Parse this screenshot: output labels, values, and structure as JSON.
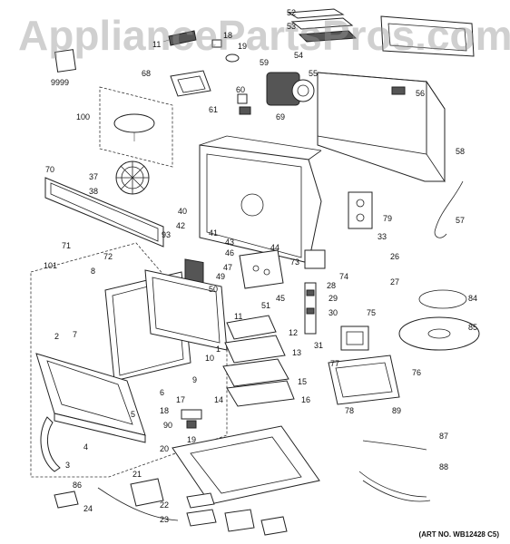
{
  "watermark": "AppliancePartsPros.com",
  "art_number": "(ART NO. WB12428 C5)",
  "callouts": [
    {
      "id": "52",
      "label": "52"
    },
    {
      "id": "53",
      "label": "53"
    },
    {
      "id": "54",
      "label": "54"
    },
    {
      "id": "11",
      "label": "11"
    },
    {
      "id": "18",
      "label": "18"
    },
    {
      "id": "19",
      "label": "19"
    },
    {
      "id": "9999",
      "label": "9999"
    },
    {
      "id": "68",
      "label": "68"
    },
    {
      "id": "59",
      "label": "59"
    },
    {
      "id": "60",
      "label": "60"
    },
    {
      "id": "61",
      "label": "61"
    },
    {
      "id": "55",
      "label": "55"
    },
    {
      "id": "56",
      "label": "56"
    },
    {
      "id": "100",
      "label": "100"
    },
    {
      "id": "69",
      "label": "69"
    },
    {
      "id": "58",
      "label": "58"
    },
    {
      "id": "70",
      "label": "70"
    },
    {
      "id": "37",
      "label": "37"
    },
    {
      "id": "38",
      "label": "38"
    },
    {
      "id": "40",
      "label": "40"
    },
    {
      "id": "42",
      "label": "42"
    },
    {
      "id": "41",
      "label": "41"
    },
    {
      "id": "79",
      "label": "79"
    },
    {
      "id": "57",
      "label": "57"
    },
    {
      "id": "93",
      "label": "93"
    },
    {
      "id": "43",
      "label": "43"
    },
    {
      "id": "44",
      "label": "44"
    },
    {
      "id": "33",
      "label": "33"
    },
    {
      "id": "71",
      "label": "71"
    },
    {
      "id": "101",
      "label": "101"
    },
    {
      "id": "72",
      "label": "72"
    },
    {
      "id": "46",
      "label": "46"
    },
    {
      "id": "47",
      "label": "47"
    },
    {
      "id": "73",
      "label": "73"
    },
    {
      "id": "26",
      "label": "26"
    },
    {
      "id": "74",
      "label": "74"
    },
    {
      "id": "8",
      "label": "8"
    },
    {
      "id": "49",
      "label": "49"
    },
    {
      "id": "45",
      "label": "45"
    },
    {
      "id": "28",
      "label": "28"
    },
    {
      "id": "27",
      "label": "27"
    },
    {
      "id": "50",
      "label": "50"
    },
    {
      "id": "29",
      "label": "29"
    },
    {
      "id": "84",
      "label": "84"
    },
    {
      "id": "51",
      "label": "51"
    },
    {
      "id": "30",
      "label": "30"
    },
    {
      "id": "75",
      "label": "75"
    },
    {
      "id": "11b",
      "label": "11"
    },
    {
      "id": "85",
      "label": "85"
    },
    {
      "id": "2",
      "label": "2"
    },
    {
      "id": "7",
      "label": "7"
    },
    {
      "id": "12",
      "label": "12"
    },
    {
      "id": "31",
      "label": "31"
    },
    {
      "id": "1",
      "label": "1"
    },
    {
      "id": "10",
      "label": "10"
    },
    {
      "id": "13",
      "label": "13"
    },
    {
      "id": "77",
      "label": "77"
    },
    {
      "id": "9",
      "label": "9"
    },
    {
      "id": "76",
      "label": "76"
    },
    {
      "id": "15",
      "label": "15"
    },
    {
      "id": "6",
      "label": "6"
    },
    {
      "id": "14",
      "label": "14"
    },
    {
      "id": "16",
      "label": "16"
    },
    {
      "id": "5",
      "label": "5"
    },
    {
      "id": "17",
      "label": "17"
    },
    {
      "id": "78",
      "label": "78"
    },
    {
      "id": "89",
      "label": "89"
    },
    {
      "id": "18b",
      "label": "18"
    },
    {
      "id": "90",
      "label": "90"
    },
    {
      "id": "4",
      "label": "4"
    },
    {
      "id": "19b",
      "label": "19"
    },
    {
      "id": "87",
      "label": "87"
    },
    {
      "id": "3",
      "label": "3"
    },
    {
      "id": "20",
      "label": "20"
    },
    {
      "id": "88",
      "label": "88"
    },
    {
      "id": "21",
      "label": "21"
    },
    {
      "id": "86",
      "label": "86"
    },
    {
      "id": "22",
      "label": "22"
    },
    {
      "id": "24",
      "label": "24"
    },
    {
      "id": "23",
      "label": "23"
    }
  ]
}
